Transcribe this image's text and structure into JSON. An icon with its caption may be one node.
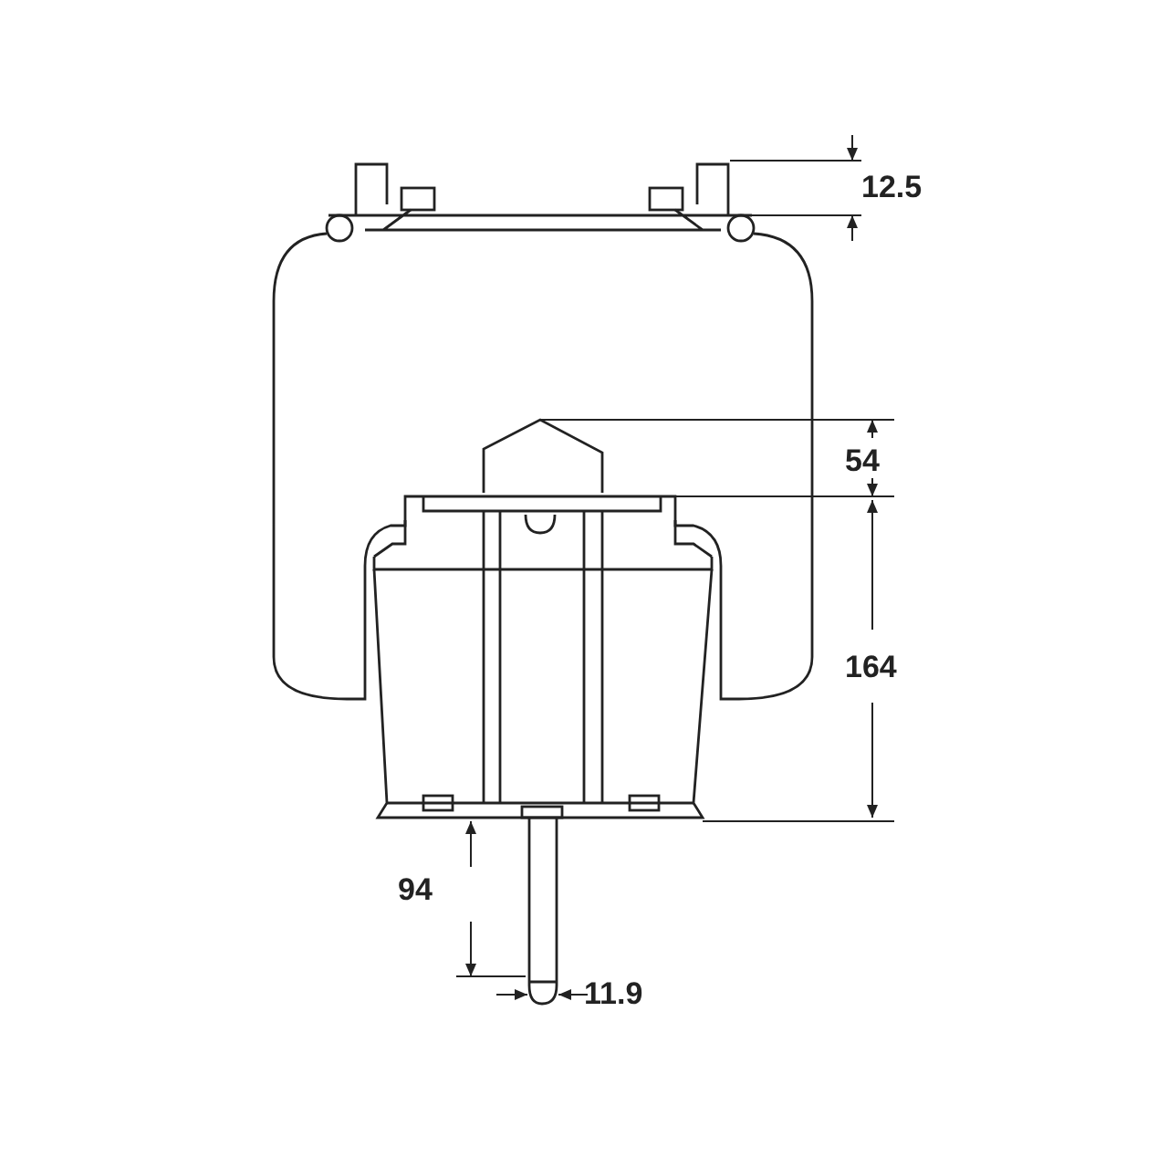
{
  "diagram": {
    "labels": [
      "12.5",
      "54",
      "164",
      "94",
      "11.9"
    ]
  }
}
